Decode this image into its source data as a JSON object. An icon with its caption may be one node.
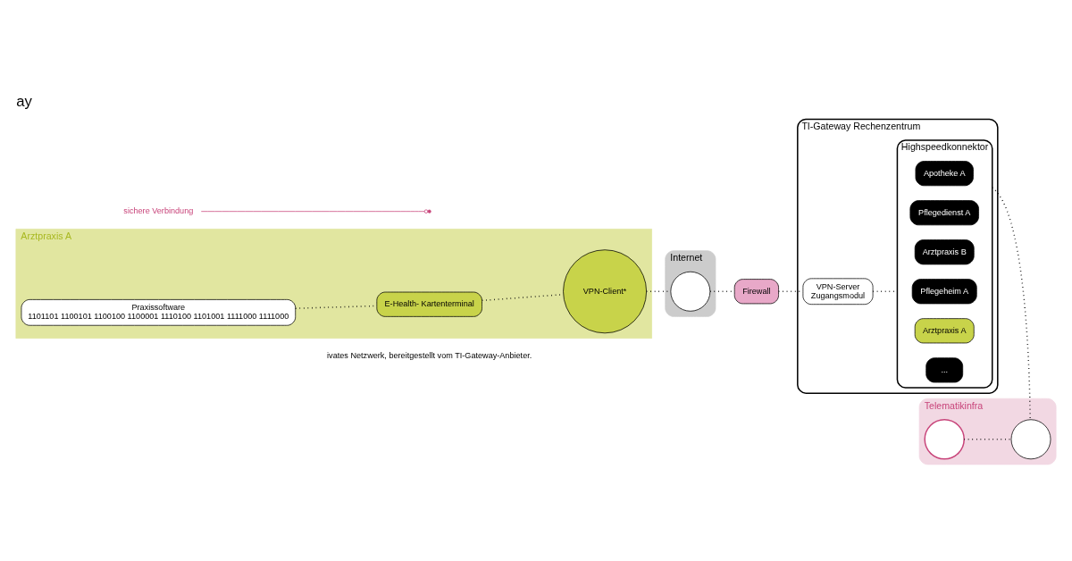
{
  "diagram": {
    "title": "ay",
    "caption": "ivates Netzwerk, bereitgestellt vom TI-Gateway-Anbieter.",
    "nodes": [
      {
        "text": [
          "Arztpraxis A"
        ]
      },
      {
        "text": [
          "Praxissoftware",
          "1101101 1100101 1100100 1100001 1110100 1101001 1111000 1111000"
        ],
        "in": 0
      },
      {
        "text": [
          "E-Health- Kartenterminal"
        ],
        "in": 0
      },
      {
        "text": [
          "VPN-Client*"
        ],
        "in": 0
      },
      {
        "text": [
          "Internet"
        ]
      },
      {
        "text": [],
        "shape": "circle",
        "in": 4
      },
      {
        "text": [
          "Firewall"
        ]
      },
      {
        "text": [
          "TI-Gateway Rechenzentrum"
        ]
      },
      {
        "text": [
          "VPN-Server",
          "Zugangsmodul"
        ],
        "in": 7
      },
      {
        "text": [
          "Highspeedkonnektor"
        ],
        "in": 7
      },
      {
        "text": [
          "Apotheke A"
        ],
        "in": 9
      },
      {
        "text": [
          "Pflegedienst A"
        ],
        "in": 9
      },
      {
        "text": [
          "Arztpraxis B"
        ],
        "in": 9
      },
      {
        "text": [
          "Pflegeheim A"
        ],
        "in": 9
      },
      {
        "text": [
          "Arztpraxis A"
        ],
        "in": 9
      },
      {
        "text": [
          "..."
        ],
        "in": 9
      },
      {
        "text": [
          "Telematikinfra"
        ]
      },
      {
        "text": [],
        "shape": "circle",
        "in": 16
      },
      {
        "text": [],
        "shape": "circle",
        "in": 16
      },
      {
        "text": [
          "sichere Verbindung"
        ]
      }
    ],
    "edges": [
      {
        "from": 1,
        "to": 2,
        "arrow": "none",
        "style": "dashed"
      },
      {
        "from": 2,
        "to": 3,
        "arrow": "none",
        "style": "dashed"
      },
      {
        "from": 3,
        "to": 5,
        "arrow": "none",
        "style": "dashed"
      },
      {
        "from": 5,
        "to": 6,
        "arrow": "none",
        "style": "dashed"
      },
      {
        "from": 6,
        "to": 8,
        "arrow": "none",
        "style": "dashed"
      },
      {
        "from": 8,
        "to": 9,
        "arrow": "none",
        "style": "dashed"
      },
      {
        "from": 9,
        "to": 18,
        "arrow": "none",
        "style": "dashed"
      },
      {
        "from": 17,
        "to": 18,
        "arrow": "none",
        "style": "dashed"
      },
      {
        "from": 19,
        "to": null,
        "arrow": "other",
        "color": "#c8447a"
      }
    ]
  }
}
